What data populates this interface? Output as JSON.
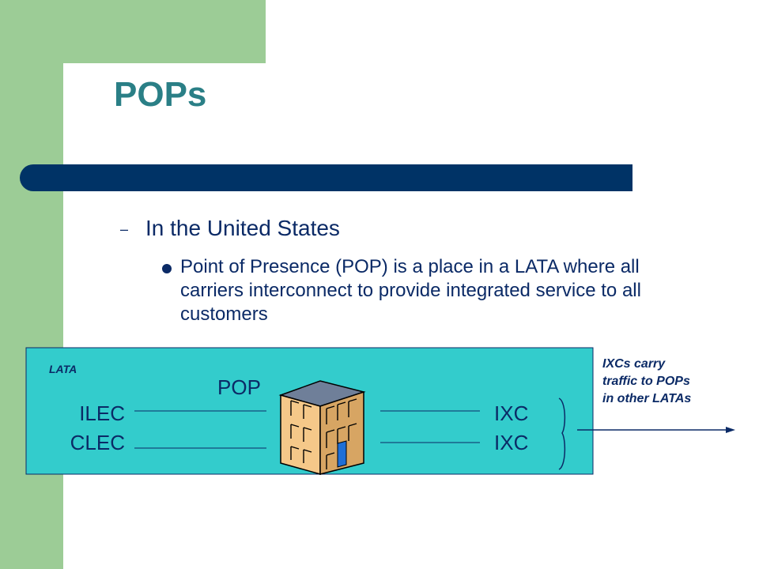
{
  "slide": {
    "title": "POPs",
    "bullet_level1": "In the United States",
    "bullet_level2": "Point of Presence (POP) is a place in a LATA where all carriers interconnect to provide integrated service to all customers"
  },
  "diagram": {
    "region_label": "LATA",
    "pop_label": "POP",
    "left_carriers": [
      "ILEC",
      "CLEC"
    ],
    "right_carriers": [
      "IXC",
      "IXC"
    ],
    "note_lines": [
      "IXCs carry",
      "traffic to POPs",
      "in other LATAs"
    ]
  },
  "colors": {
    "green": "#9ccc96",
    "title": "#2a7f86",
    "navy": "#003366",
    "text": "#0b2a66",
    "lata_fill": "#33cccc",
    "building_front": "#f5c889",
    "building_side": "#d7a563",
    "building_top": "#6f7f99",
    "door": "#1f6fd6"
  }
}
